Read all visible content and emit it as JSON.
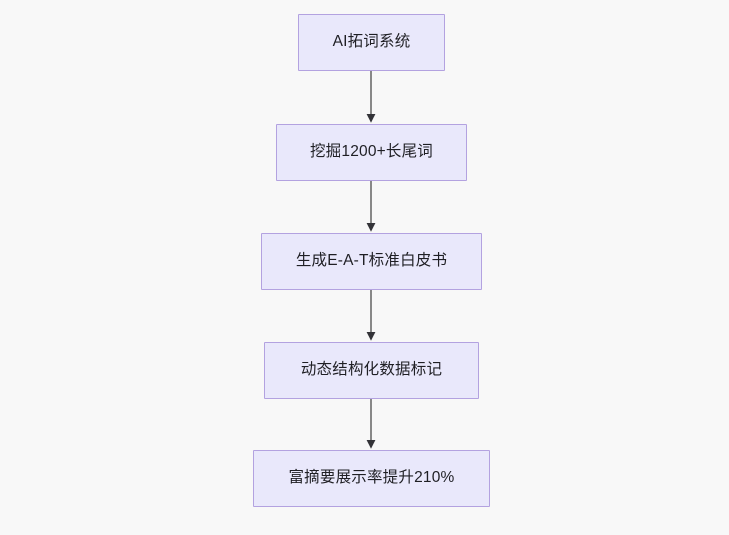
{
  "diagram": {
    "type": "flowchart",
    "direction": "top-to-bottom",
    "background_color": "#f8f8f8",
    "node_fill_color": "#e9e8fb",
    "node_border_color": "#b3a2e0",
    "node_text_color": "#1f1f24",
    "edge_color": "#888888",
    "nodes": [
      {
        "id": "n0",
        "label": "AI拓词系统"
      },
      {
        "id": "n1",
        "label": "挖掘1200+长尾词"
      },
      {
        "id": "n2",
        "label": "生成E-A-T标准白皮书"
      },
      {
        "id": "n3",
        "label": "动态结构化数据标记"
      },
      {
        "id": "n4",
        "label": "富摘要展示率提升210%"
      }
    ],
    "edges": [
      {
        "from": "n0",
        "to": "n1",
        "arrow": "arrow-down-icon"
      },
      {
        "from": "n1",
        "to": "n2",
        "arrow": "arrow-down-icon"
      },
      {
        "from": "n2",
        "to": "n3",
        "arrow": "arrow-down-icon"
      },
      {
        "from": "n3",
        "to": "n4",
        "arrow": "arrow-down-icon"
      }
    ]
  }
}
